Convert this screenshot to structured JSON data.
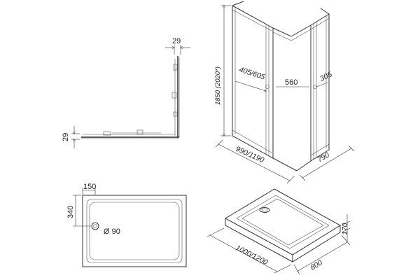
{
  "top_view": {
    "dim_width": "29",
    "dim_height": "29"
  },
  "cabin": {
    "height": "1850 (2020*)",
    "door_width": "405/605",
    "opening": "560",
    "side_panel": "305",
    "length": "990/1190",
    "depth": "790"
  },
  "tray_plan": {
    "drain_offset_x": "150",
    "drain_offset_y": "340",
    "drain_diameter": "Ø 90"
  },
  "tray_iso": {
    "height": "170",
    "length": "1000/1200",
    "depth": "800"
  }
}
